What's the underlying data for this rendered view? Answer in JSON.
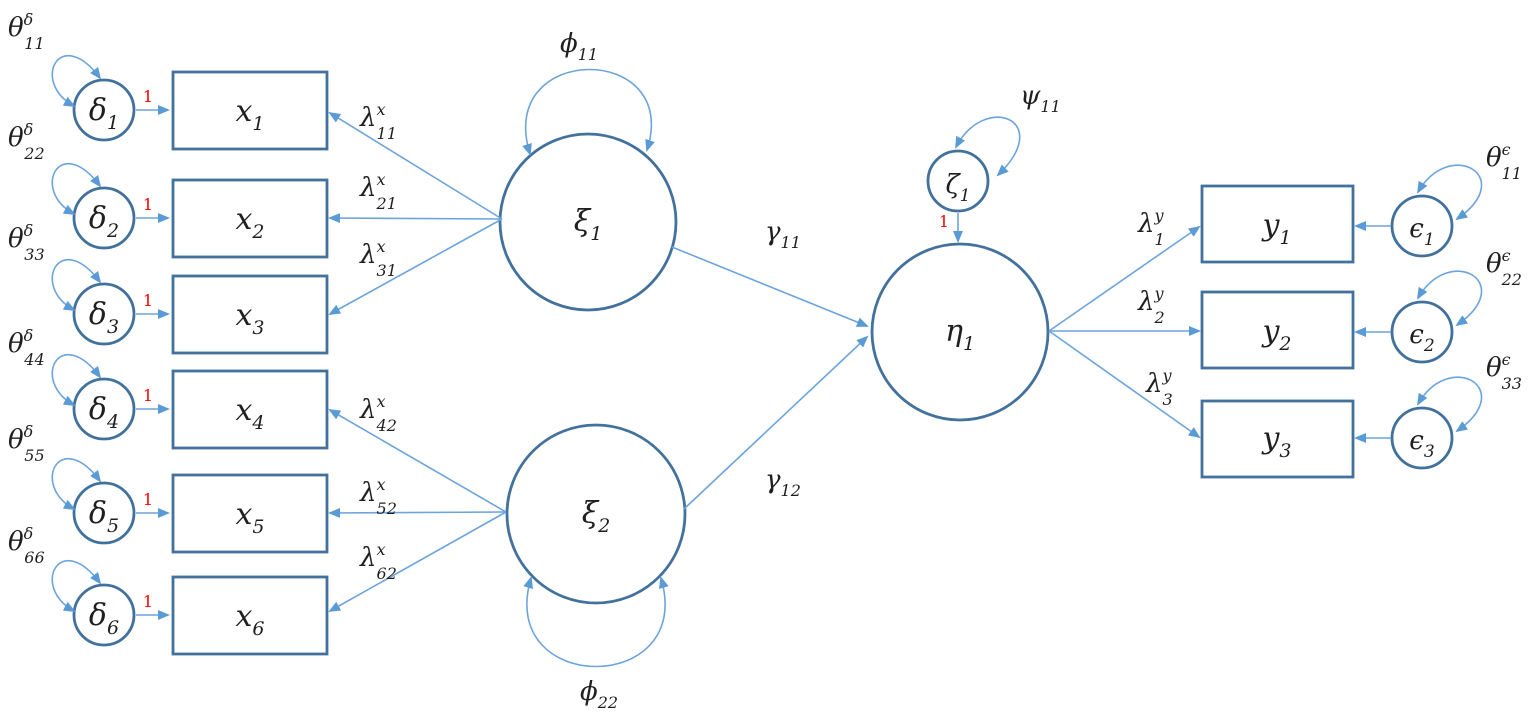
{
  "colors": {
    "node_stroke": "#41719C",
    "connector": "#6CA4DD",
    "arrowhead": "#5B9BD5",
    "text": "#1f1f1f",
    "fixed_value": "#FF0000",
    "background": "#ffffff"
  },
  "nodes": {
    "xi": [
      {
        "main": "ξ",
        "sub": "1"
      },
      {
        "main": "ξ",
        "sub": "2"
      }
    ],
    "eta": [
      {
        "main": "η",
        "sub": "1"
      }
    ],
    "zeta": [
      {
        "main": "ζ",
        "sub": "1"
      }
    ],
    "x": [
      {
        "main": "x",
        "sub": "1"
      },
      {
        "main": "x",
        "sub": "2"
      },
      {
        "main": "x",
        "sub": "3"
      },
      {
        "main": "x",
        "sub": "4"
      },
      {
        "main": "x",
        "sub": "5"
      },
      {
        "main": "x",
        "sub": "6"
      }
    ],
    "y": [
      {
        "main": "y",
        "sub": "1"
      },
      {
        "main": "y",
        "sub": "2"
      },
      {
        "main": "y",
        "sub": "3"
      }
    ],
    "delta": [
      {
        "main": "δ",
        "sub": "1"
      },
      {
        "main": "δ",
        "sub": "2"
      },
      {
        "main": "δ",
        "sub": "3"
      },
      {
        "main": "δ",
        "sub": "4"
      },
      {
        "main": "δ",
        "sub": "5"
      },
      {
        "main": "δ",
        "sub": "6"
      }
    ],
    "epsilon": [
      {
        "main": "ϵ",
        "sub": "1"
      },
      {
        "main": "ϵ",
        "sub": "2"
      },
      {
        "main": "ϵ",
        "sub": "3"
      }
    ]
  },
  "params": {
    "phi": [
      {
        "main": "ϕ",
        "sub": "11"
      },
      {
        "main": "ϕ",
        "sub": "22"
      }
    ],
    "psi": [
      {
        "main": "ψ",
        "sub": "11"
      }
    ],
    "gamma": [
      {
        "main": "γ",
        "sub": "11"
      },
      {
        "main": "γ",
        "sub": "12"
      }
    ],
    "lambda_x": [
      {
        "main": "λ",
        "sup": "x",
        "sub": "11"
      },
      {
        "main": "λ",
        "sup": "x",
        "sub": "21"
      },
      {
        "main": "λ",
        "sup": "x",
        "sub": "31"
      },
      {
        "main": "λ",
        "sup": "x",
        "sub": "42"
      },
      {
        "main": "λ",
        "sup": "x",
        "sub": "52"
      },
      {
        "main": "λ",
        "sup": "x",
        "sub": "62"
      }
    ],
    "lambda_y": [
      {
        "main": "λ",
        "sup": "y",
        "sub": "1"
      },
      {
        "main": "λ",
        "sup": "y",
        "sub": "2"
      },
      {
        "main": "λ",
        "sup": "y",
        "sub": "3"
      }
    ],
    "theta_delta": [
      {
        "main": "θ",
        "sup": "δ",
        "sub": "11"
      },
      {
        "main": "θ",
        "sup": "δ",
        "sub": "22"
      },
      {
        "main": "θ",
        "sup": "δ",
        "sub": "33"
      },
      {
        "main": "θ",
        "sup": "δ",
        "sub": "44"
      },
      {
        "main": "θ",
        "sup": "δ",
        "sub": "55"
      },
      {
        "main": "θ",
        "sup": "δ",
        "sub": "66"
      }
    ],
    "theta_epsilon": [
      {
        "main": "θ",
        "sup": "ϵ",
        "sub": "11"
      },
      {
        "main": "θ",
        "sup": "ϵ",
        "sub": "22"
      },
      {
        "main": "θ",
        "sup": "ϵ",
        "sub": "33"
      }
    ],
    "fixed_loading": "1"
  }
}
